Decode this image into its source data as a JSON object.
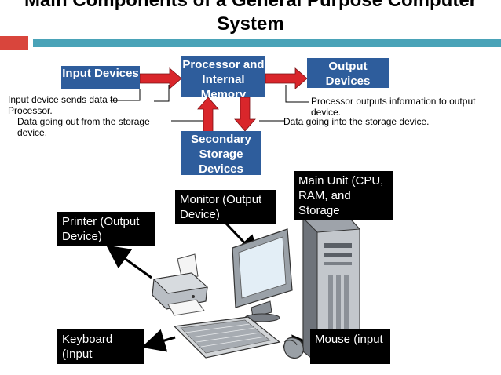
{
  "slide": {
    "title_line1": "Main Components of a General Purpose Computer",
    "title_line2": "System"
  },
  "diagram": {
    "input_devices": "Input Devices",
    "processor": "Processor and Internal Memory",
    "output_devices": "Output Devices",
    "secondary_storage": "Secondary Storage Devices",
    "note_input": "Input device sends data to Processor.",
    "note_output": "Processor outputs information to output device.",
    "note_storage_out": "Data going out from the storage device.",
    "note_storage_in": "Data going into the storage device."
  },
  "labels": {
    "main_unit": "Main Unit (CPU, RAM, and Storage",
    "monitor": "Monitor (Output Device)",
    "printer": "Printer (Output Device)",
    "keyboard": "Keyboard (Input",
    "mouse": "Mouse (input"
  },
  "colors": {
    "box_blue": "#2e5d9c",
    "arrow_red": "#d9262b",
    "accent_red": "#d9453c",
    "accent_teal": "#4aa3b8"
  }
}
